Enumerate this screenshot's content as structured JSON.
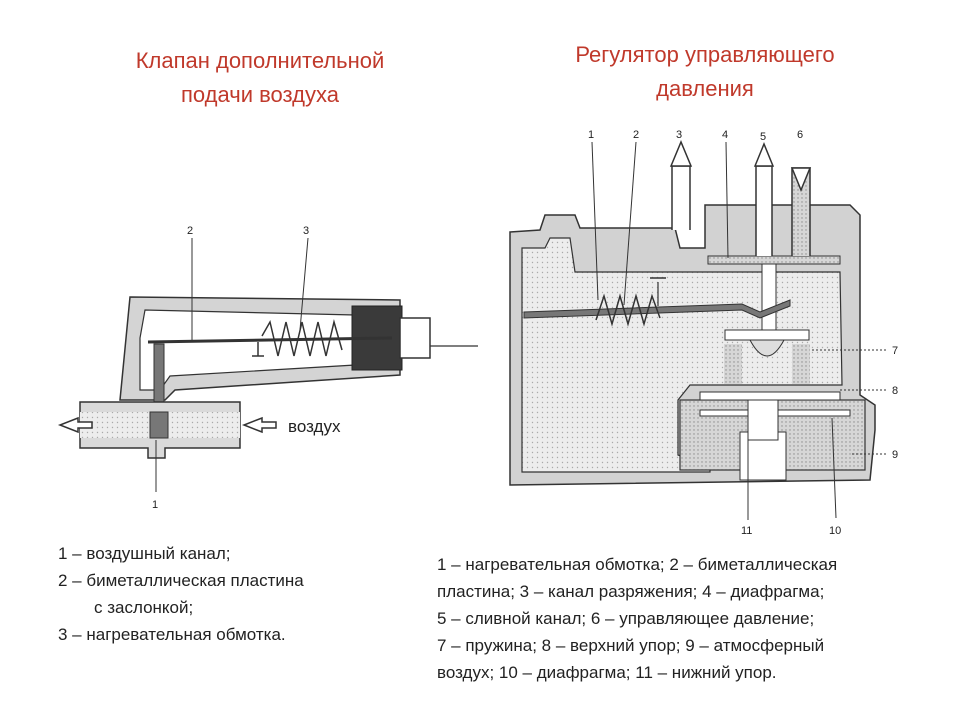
{
  "left": {
    "title_line1": "Клапан дополнительной",
    "title_line2": "подачи воздуха",
    "air_label": "воздух",
    "callouts": {
      "n1": "1",
      "n2": "2",
      "n3": "3"
    },
    "legend": {
      "line1": "1 – воздушный канал;",
      "line2": "2 – биметаллическая пластина",
      "line3": "с заслонкой;",
      "line4": "3 – нагревательная обмотка."
    }
  },
  "right": {
    "title_line1": "Регулятор управляющего",
    "title_line2": "давления",
    "callouts": {
      "n1": "1",
      "n2": "2",
      "n3": "3",
      "n4": "4",
      "n5": "5",
      "n6": "6",
      "n7": "7",
      "n8": "8",
      "n9": "9",
      "n10": "10",
      "n11": "11"
    },
    "legend": {
      "line1": "1 – нагревательная обмотка; 2 – биметаллическая",
      "line2": "пластина; 3 – канал разряжения; 4 – диафрагма;",
      "line3": "5 – сливной канал; 6 – управляющее давление;",
      "line4": "7 – пружина; 8 – верхний упор; 9 – атмосферный",
      "line5": "воздух; 10 – диафрагма; 11 – нижний упор."
    }
  },
  "colors": {
    "title": "#c0392b",
    "body_fill": "#d9d9d9",
    "cavity_fill": "#ececec",
    "outline": "#333333"
  }
}
